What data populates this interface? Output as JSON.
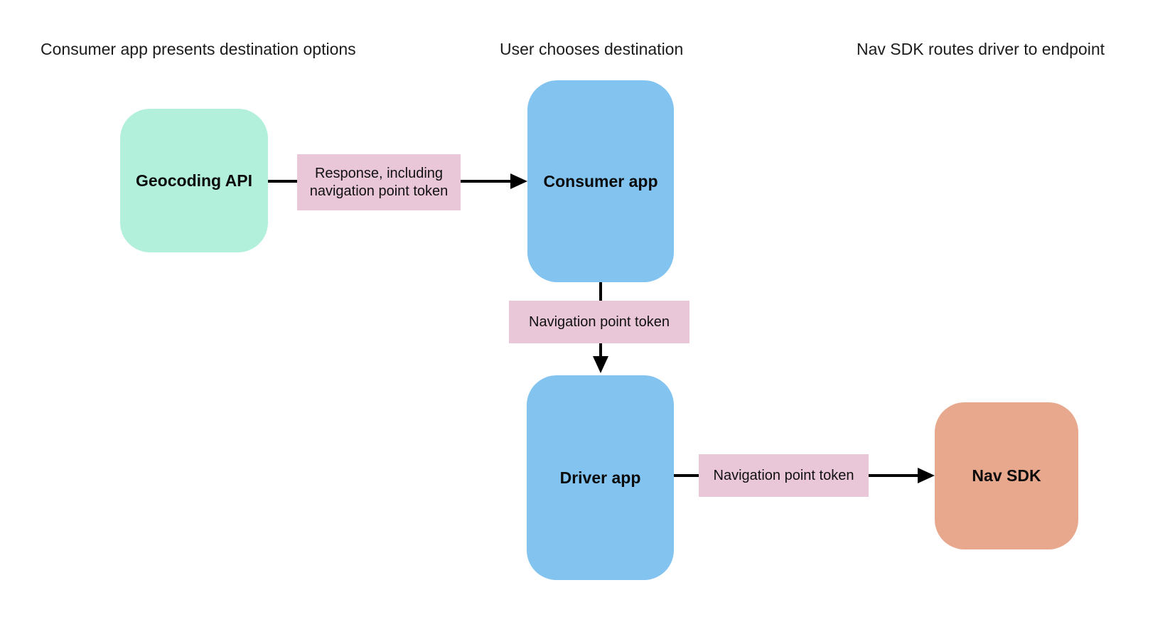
{
  "diagram": {
    "background": "#ffffff",
    "colors": {
      "node_green": "#b2f0dc",
      "node_blue": "#82c3f0",
      "node_orange": "#e8a88d",
      "edge_label_pink": "#eac7d8",
      "connector_black": "#000000",
      "text": "#111111"
    },
    "headers": [
      {
        "id": "step-1",
        "text": "Consumer app presents destination options"
      },
      {
        "id": "step-2",
        "text": "User chooses destination"
      },
      {
        "id": "step-3",
        "text": "Nav SDK routes driver to endpoint"
      }
    ],
    "nodes": [
      {
        "id": "geocoding-api",
        "label": "Geocoding API",
        "color": "#b2f0dc"
      },
      {
        "id": "consumer-app",
        "label": "Consumer app",
        "color": "#82c3f0"
      },
      {
        "id": "driver-app",
        "label": "Driver app",
        "color": "#82c3f0"
      },
      {
        "id": "nav-sdk",
        "label": "Nav SDK",
        "color": "#e8a88d"
      }
    ],
    "edge_labels": [
      {
        "id": "response-token",
        "text": "Response, including navigation point token"
      },
      {
        "id": "nav-point-token-1",
        "text": "Navigation point token"
      },
      {
        "id": "nav-point-token-2",
        "text": "Navigation point token"
      }
    ],
    "edges": [
      {
        "from": "geocoding-api",
        "to": "consumer-app",
        "label": "Response, including navigation point token",
        "direction": "right"
      },
      {
        "from": "consumer-app",
        "to": "driver-app",
        "label": "Navigation point token",
        "direction": "down"
      },
      {
        "from": "driver-app",
        "to": "nav-sdk",
        "label": "Navigation point token",
        "direction": "right"
      }
    ]
  }
}
